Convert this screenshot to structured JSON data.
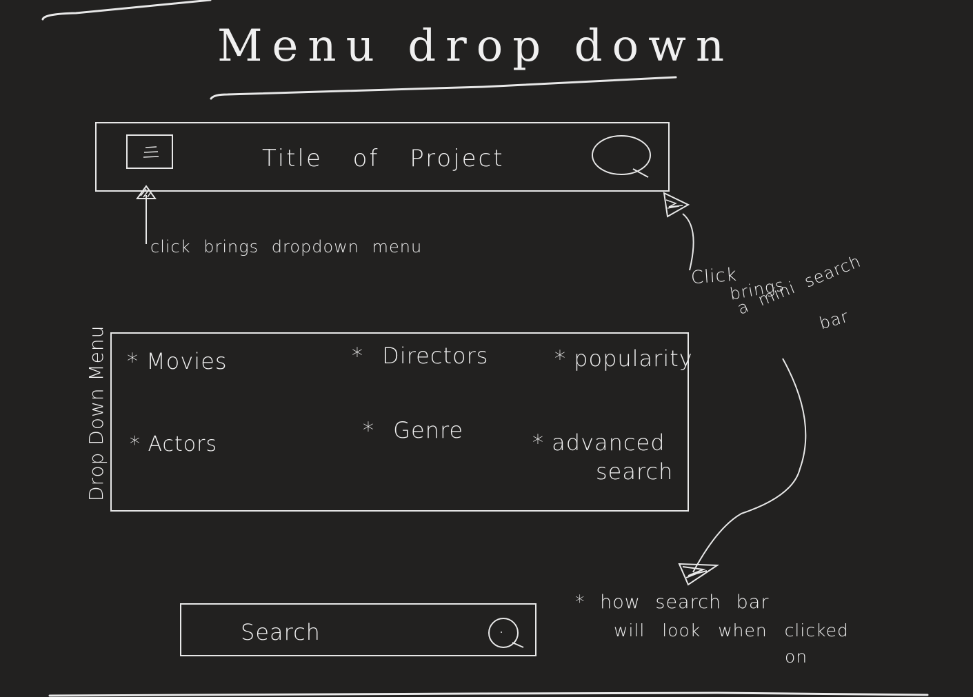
{
  "title": "Menu drop down",
  "header_bar": {
    "project_title": "Title of Project",
    "hamburger_icon": "hamburger-icon",
    "search_icon": "search-icon"
  },
  "annotations": {
    "hamburger_note": "click brings dropdown menu",
    "search_note": [
      "Click",
      "brings",
      "a mini search",
      "bar"
    ],
    "search_bar_note": [
      "* how search bar",
      "will look when clicked",
      "on"
    ]
  },
  "dropdown_menu": {
    "side_label": "Drop Down Menu",
    "items": [
      "* Movies",
      "* Directors",
      "* popularity",
      "* Actors",
      "* Genre",
      "* advanced",
      "search"
    ]
  },
  "mini_search": {
    "placeholder": "Search",
    "icon": "search-icon"
  }
}
